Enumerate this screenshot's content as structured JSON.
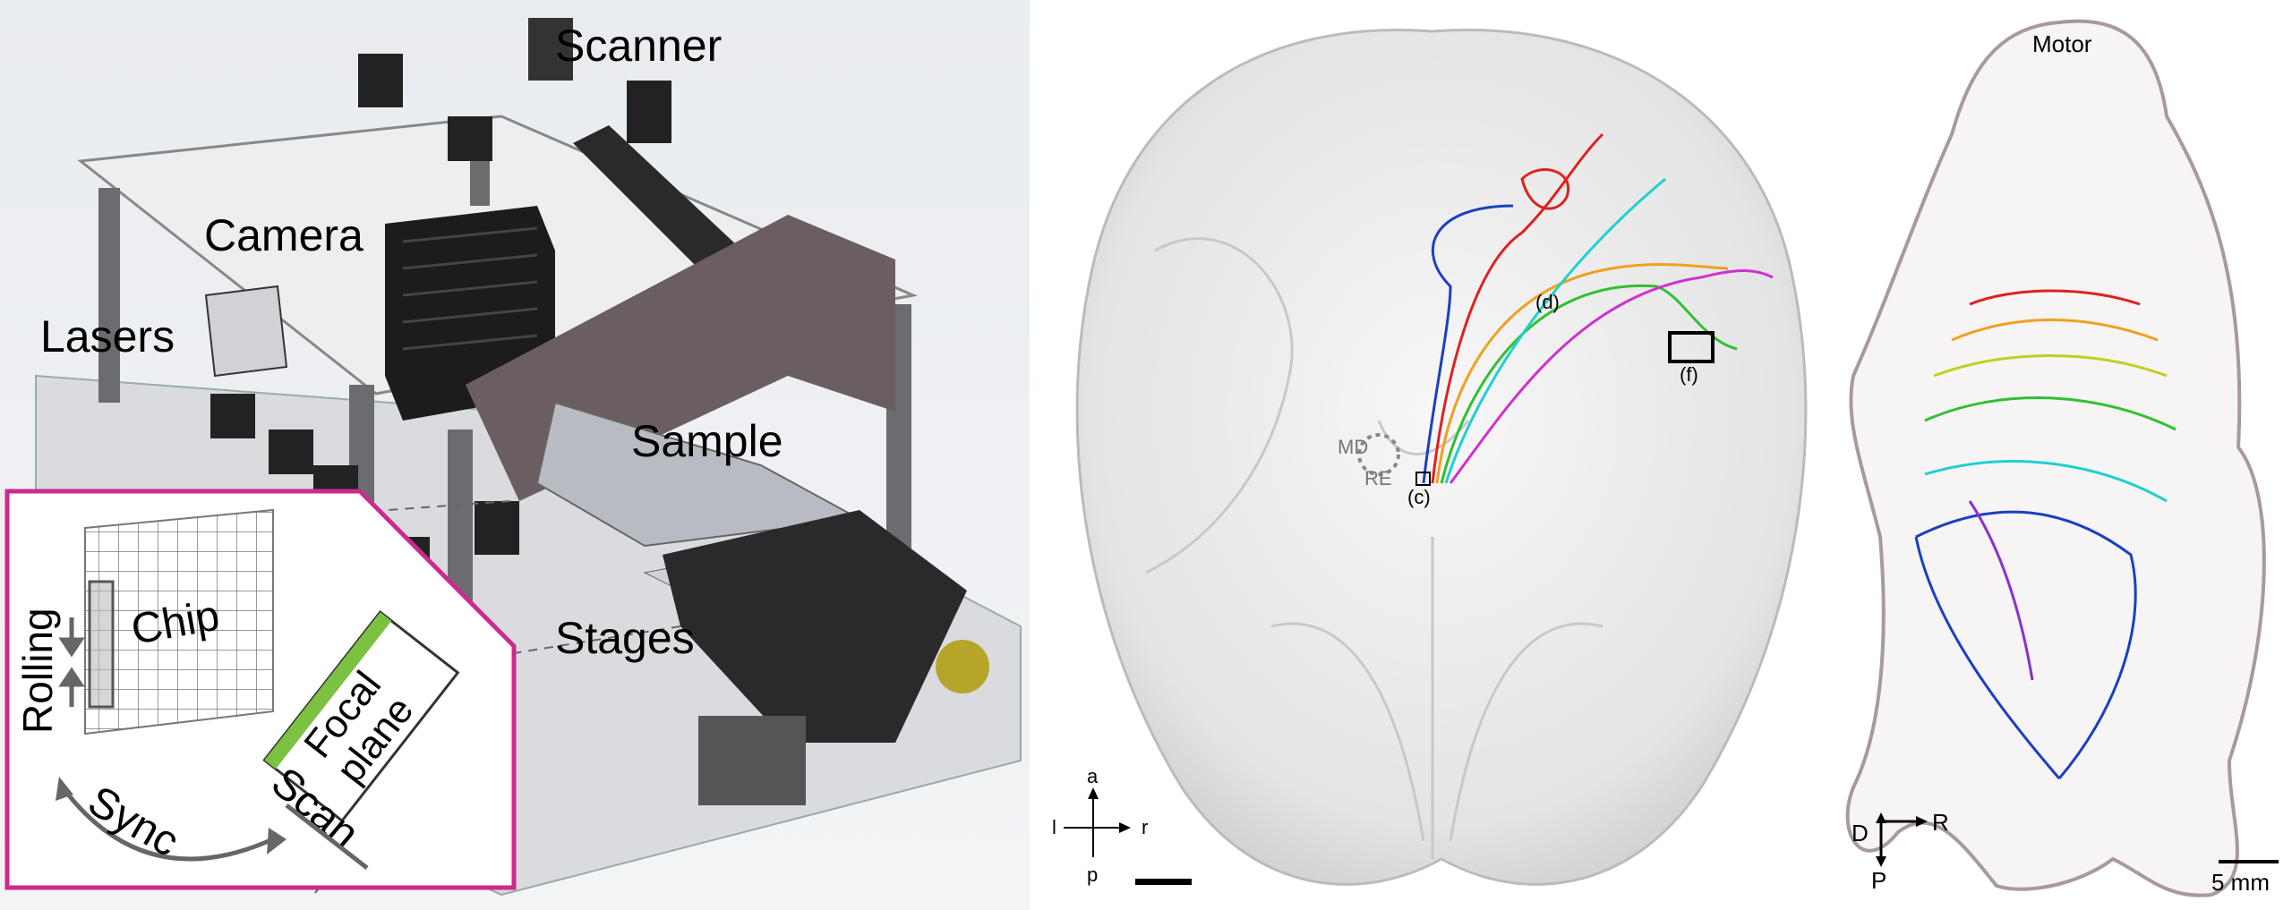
{
  "panel_setup": {
    "labels": {
      "scanner": "Scanner",
      "camera": "Camera",
      "lasers": "Lasers",
      "sample": "Sample",
      "stages": "Stages"
    },
    "inset": {
      "chip": "Chip",
      "rolling": "Rolling",
      "sync": "Sync",
      "scan": "Scan",
      "focal_line1": "Focal",
      "focal_line2": "plane"
    },
    "colors": {
      "inset_border": "#cc2a8e",
      "focal_bar": "#7cc242"
    }
  },
  "panel_human": {
    "labels": {
      "d": "(d)",
      "f": "(f)",
      "md": "MD",
      "re": "RE",
      "c": "(c)"
    },
    "compass": {
      "a": "a",
      "p": "p",
      "l": "l",
      "r": "r"
    }
  },
  "panel_mouse": {
    "title": "Motor",
    "compass": {
      "d": "D",
      "r": "R",
      "p": "P"
    },
    "scale_bar": "5 mm"
  }
}
